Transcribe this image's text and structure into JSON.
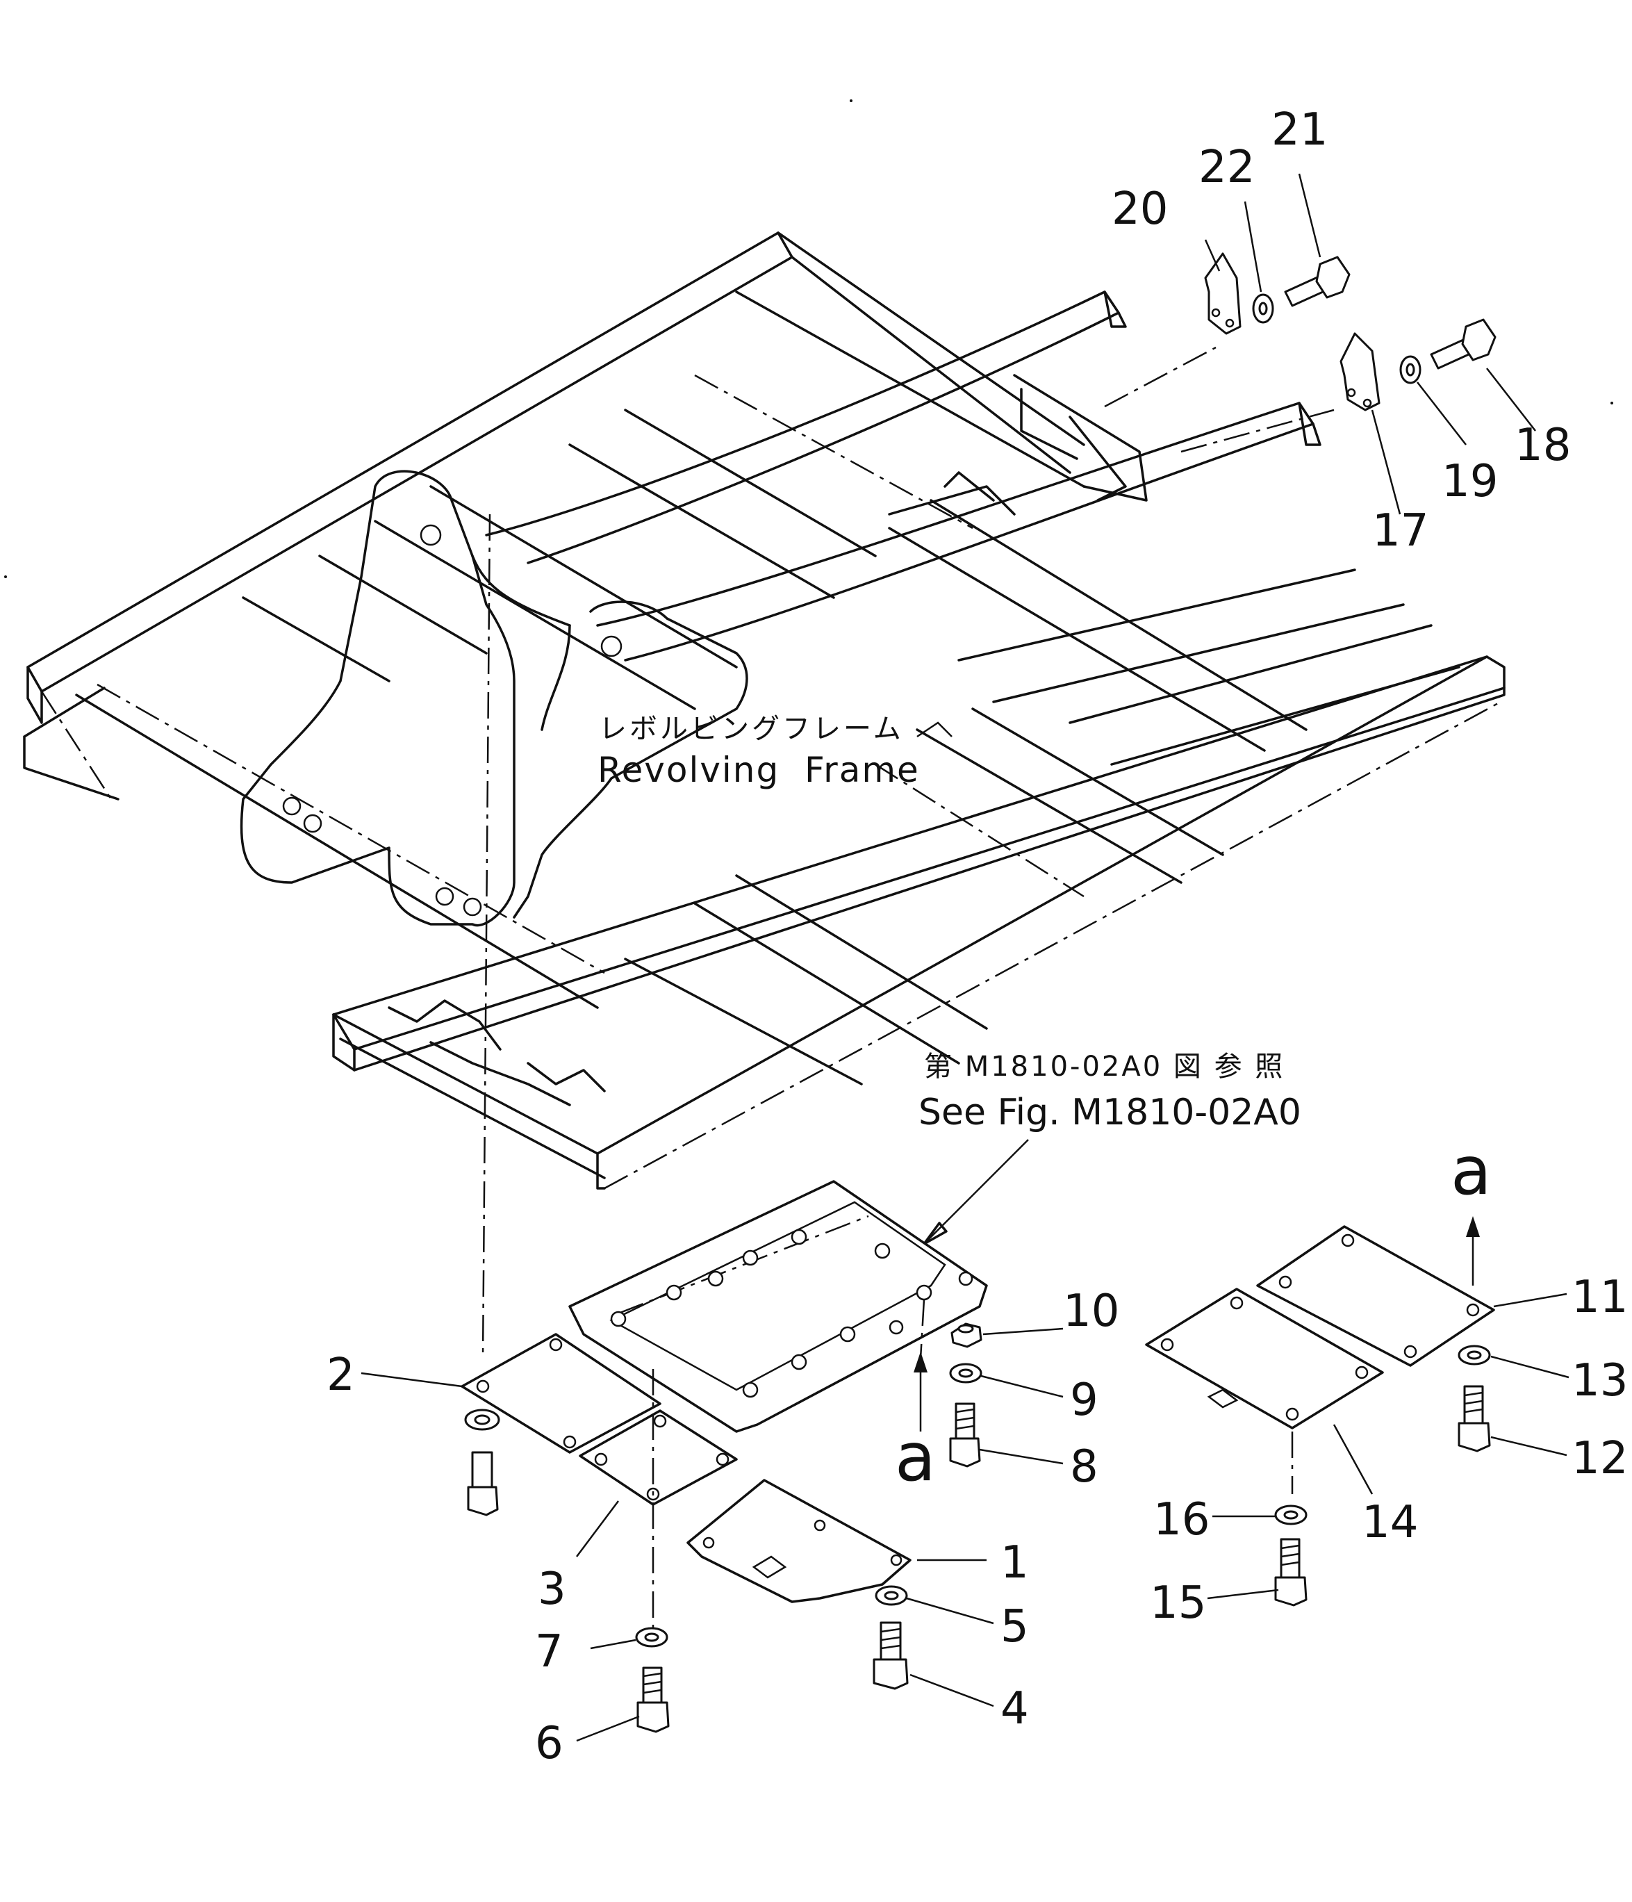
{
  "frame_label": {
    "jp": "レボルビングフレーム",
    "en": "Revolving  Frame"
  },
  "reference": {
    "jp": "第 M1810-02A0 図 参 照",
    "en": "See Fig. M1810-02A0"
  },
  "view_markers": {
    "upper": "a",
    "lower": "a"
  },
  "callouts": {
    "p1": "1",
    "p2": "2",
    "p3": "3",
    "p4": "4",
    "p5": "5",
    "p6": "6",
    "p7": "7",
    "p8": "8",
    "p9": "9",
    "p10": "10",
    "p11": "11",
    "p12": "12",
    "p13": "13",
    "p14": "14",
    "p15": "15",
    "p16": "16",
    "p17": "17",
    "p18": "18",
    "p19": "19",
    "p20": "20",
    "p21": "21",
    "p22": "22"
  }
}
